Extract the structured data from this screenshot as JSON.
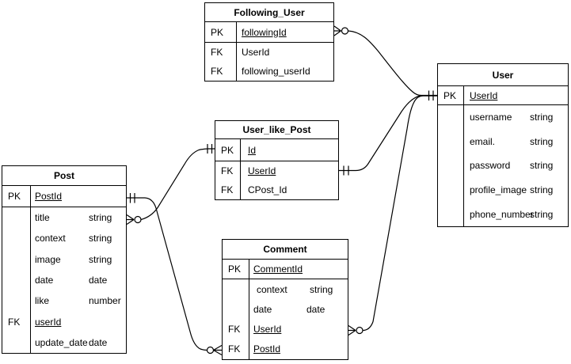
{
  "colors": {
    "background": "#ffffff",
    "line": "#000000",
    "text": "#000000"
  },
  "tables": {
    "following_user": {
      "title": "Following_User",
      "rows": [
        {
          "key": "PK",
          "name": "followingId"
        },
        {
          "key": "FK",
          "name": "UserId"
        },
        {
          "key": "FK",
          "name": "following_userId"
        }
      ]
    },
    "user": {
      "title": "User",
      "pk": {
        "key": "PK",
        "name": "UserId"
      },
      "fields": [
        {
          "name": "username",
          "type": "string"
        },
        {
          "name": "email.",
          "type": "string"
        },
        {
          "name": "password",
          "type": "string"
        },
        {
          "name": "profile_image",
          "type": "string"
        },
        {
          "name": "phone_number",
          "type": "string"
        }
      ]
    },
    "user_like_post": {
      "title": "User_like_Post",
      "pk": {
        "key": "PK",
        "name": "Id"
      },
      "fields": [
        {
          "key": "FK",
          "name": "UserId"
        },
        {
          "key": "FK",
          "name": "CPost_Id"
        }
      ]
    },
    "post": {
      "title": "Post",
      "pk": {
        "key": "PK",
        "name": "PostId"
      },
      "fields": [
        {
          "name": "title",
          "type": "string"
        },
        {
          "name": "context",
          "type": "string"
        },
        {
          "name": "image",
          "type": "string"
        },
        {
          "name": "date",
          "type": "date"
        },
        {
          "name": "like",
          "type": "number"
        },
        {
          "key": "FK",
          "name": "userId"
        },
        {
          "name": "update_date",
          "type": "date"
        }
      ]
    },
    "comment": {
      "title": "Comment",
      "pk": {
        "key": "PK",
        "name": "CommentId"
      },
      "fields": [
        {
          "name": "context",
          "type": "string"
        },
        {
          "name": "date",
          "type": "date"
        },
        {
          "key": "FK",
          "name": "UserId"
        },
        {
          "key": "FK",
          "name": "PostId"
        }
      ]
    }
  },
  "relationships": [
    {
      "from_table": "Following_User",
      "to_table": "User",
      "from_notation": "zero-or-many",
      "to_notation": "one-and-only-one"
    },
    {
      "from_table": "User_like_Post",
      "to_table": "User",
      "from_notation": "one-and-only-one",
      "to_notation": "one-and-only-one"
    },
    {
      "from_table": "Comment",
      "to_table": "User",
      "from_notation": "zero-or-many",
      "to_notation": "one-and-only-one"
    },
    {
      "from_table": "Post",
      "to_table": "User_like_Post",
      "from_notation": "zero-or-many",
      "to_notation": "one-and-only-one"
    },
    {
      "from_table": "Post",
      "to_table": "Comment",
      "from_notation": "one-and-only-one",
      "to_notation": "zero-or-many"
    }
  ]
}
